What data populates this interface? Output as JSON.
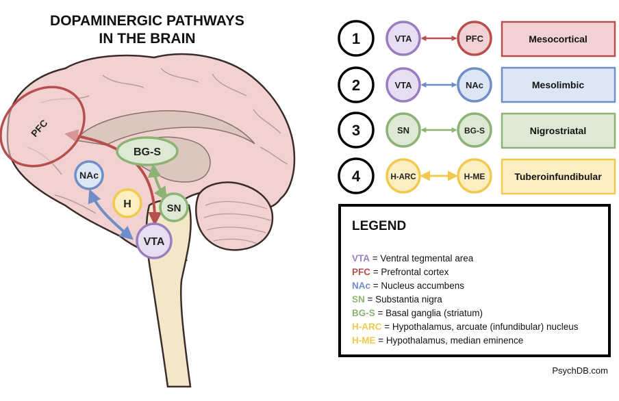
{
  "title": {
    "line1": "DOPAMINERGIC PATHWAYS",
    "line2": "IN THE BRAIN"
  },
  "colors": {
    "purple": "#9a7cc0",
    "purple_fill": "#e7def2",
    "red": "#b84f4f",
    "red_fill": "#f1d1d1",
    "blue": "#6f8ec8",
    "blue_fill": "#dde6f5",
    "green": "#8cb373",
    "green_fill": "#dde9d3",
    "yellow": "#f2c94c",
    "yellow_fill": "#fbefc2",
    "brain_pink": "#f1d2d0",
    "brain_inner": "#dcc7bf"
  },
  "brain_labels": {
    "pfc": "PFC",
    "nac": "NAc",
    "h": "H",
    "bgs": "BG-S",
    "sn": "SN",
    "vta": "VTA"
  },
  "pathways": [
    {
      "number": "1",
      "from": "VTA",
      "to": "PFC",
      "name": "Mesocortical",
      "color": "red",
      "from_color": "purple",
      "to_color": "red"
    },
    {
      "number": "2",
      "from": "VTA",
      "to": "NAc",
      "name": "Mesolimbic",
      "color": "blue",
      "from_color": "purple",
      "to_color": "blue"
    },
    {
      "number": "3",
      "from": "SN",
      "to": "BG-S",
      "name": "Nigrostriatal",
      "color": "green",
      "from_color": "green",
      "to_color": "green"
    },
    {
      "number": "4",
      "from": "H-ARC",
      "to": "H-ME",
      "name": "Tuberoinfundibular",
      "color": "yellow",
      "from_color": "yellow",
      "to_color": "yellow"
    }
  ],
  "legend": {
    "title": "LEGEND",
    "items": [
      {
        "abbr": "VTA",
        "desc": " = Ventral tegmental area",
        "color": "#9a7cc0"
      },
      {
        "abbr": "PFC",
        "desc": " = Prefrontal cortex",
        "color": "#b84f4f"
      },
      {
        "abbr": "NAc",
        "desc": " = Nucleus accumbens",
        "color": "#6f8ec8"
      },
      {
        "abbr": "SN",
        "desc": " = Substantia nigra",
        "color": "#8cb373"
      },
      {
        "abbr": "BG-S",
        "desc": " = Basal ganglia (striatum)",
        "color": "#8cb373"
      },
      {
        "abbr": "H-ARC",
        "desc": " = Hypothalamus, arcuate (infundibular) nucleus",
        "color": "#f2c94c"
      },
      {
        "abbr": "H-ME",
        "desc": " = Hypothalamus, median eminence",
        "color": "#f2c94c"
      }
    ]
  },
  "credit": "PsychDB.com"
}
